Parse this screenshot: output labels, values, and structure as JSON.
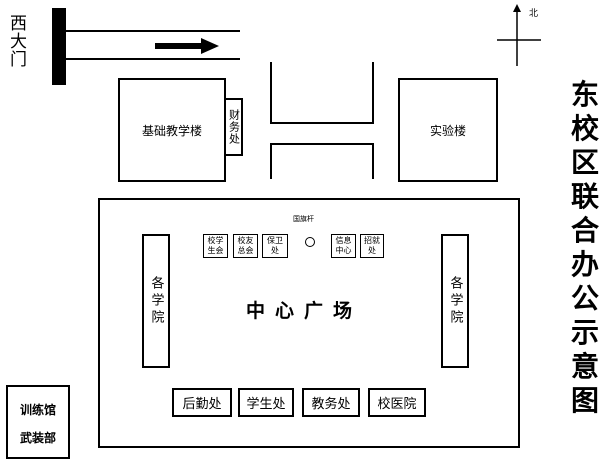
{
  "map": {
    "title": "东校区联合办公示意图",
    "title_chars": [
      "东",
      "校",
      "区",
      "联",
      "合",
      "办",
      "公",
      "示",
      "意",
      "图"
    ],
    "gate": "西大门",
    "north_label": "北",
    "buildings": {
      "basic_teaching": "基础教学楼",
      "finance": "财务处",
      "lab": "实验楼",
      "training": "训练馆",
      "armed": "武装部"
    },
    "plaza": {
      "name": "中心广场",
      "flagpole": "国旗杆",
      "left_college": "各学院",
      "right_college": "各学院",
      "small_offices": [
        "校学生会",
        "校友总会",
        "保卫处",
        "信息中心",
        "招就处"
      ],
      "bottom_offices": [
        "后勤处",
        "学生处",
        "教务处",
        "校医院"
      ]
    }
  }
}
